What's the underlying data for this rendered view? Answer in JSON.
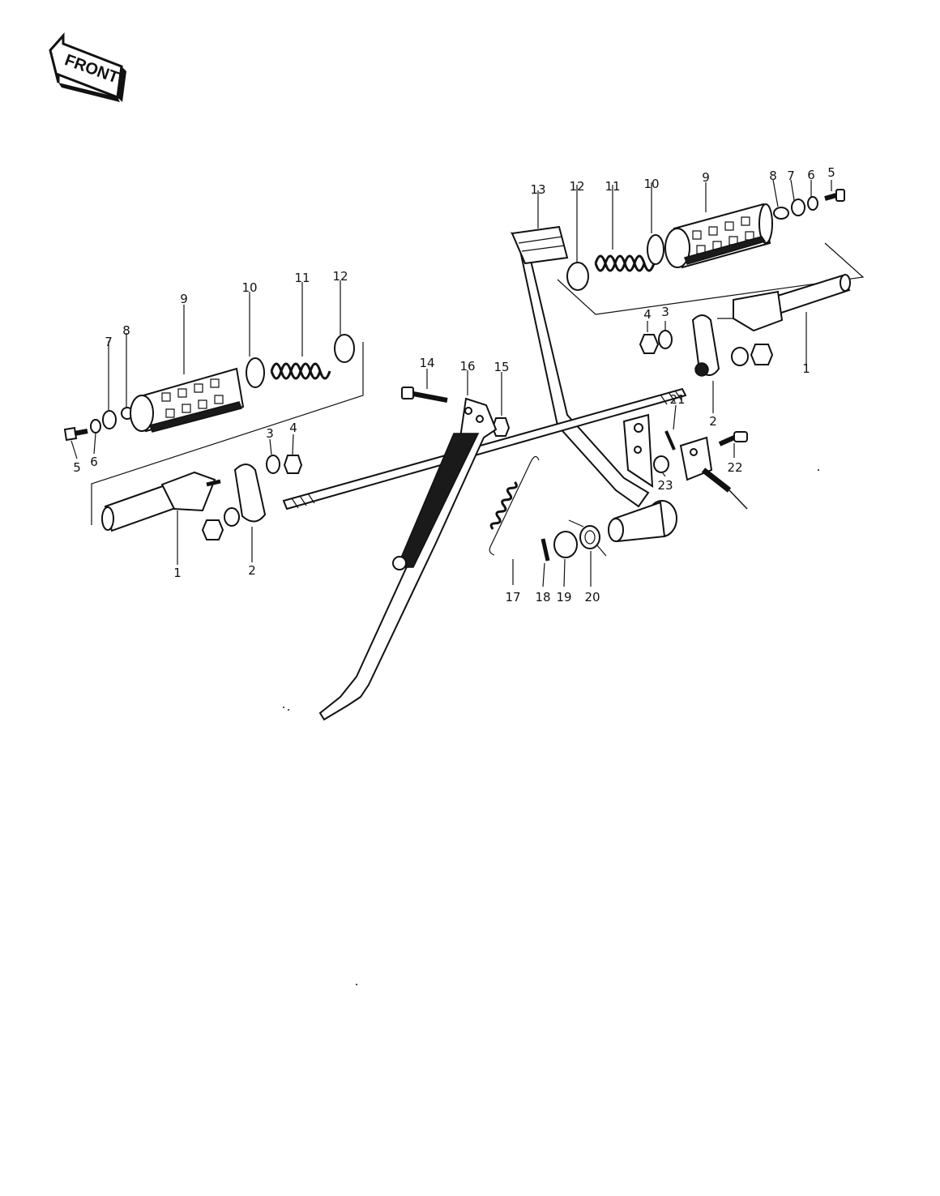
{
  "badge": {
    "label": "FRONT"
  },
  "callouts": {
    "l1": "1",
    "l2": "2",
    "l3": "3",
    "l4": "4",
    "l5": "5",
    "l6": "6",
    "l7": "7",
    "l8": "8",
    "l9": "9",
    "l10": "10",
    "l11": "11",
    "l12": "12",
    "r1": "1",
    "r2": "2",
    "r3": "3",
    "r4": "4",
    "r5": "5",
    "r6": "6",
    "r7": "7",
    "r8": "8",
    "r9": "9",
    "r10": "10",
    "r11": "11",
    "r12": "12",
    "r13": "13",
    "c14": "14",
    "c15": "15",
    "c16": "16",
    "c17": "17",
    "c18": "18",
    "c19": "19",
    "c20": "20",
    "c21": "21",
    "c22": "22",
    "c23": "23"
  },
  "colors": {
    "ink": "#111111",
    "paper": "#ffffff"
  }
}
